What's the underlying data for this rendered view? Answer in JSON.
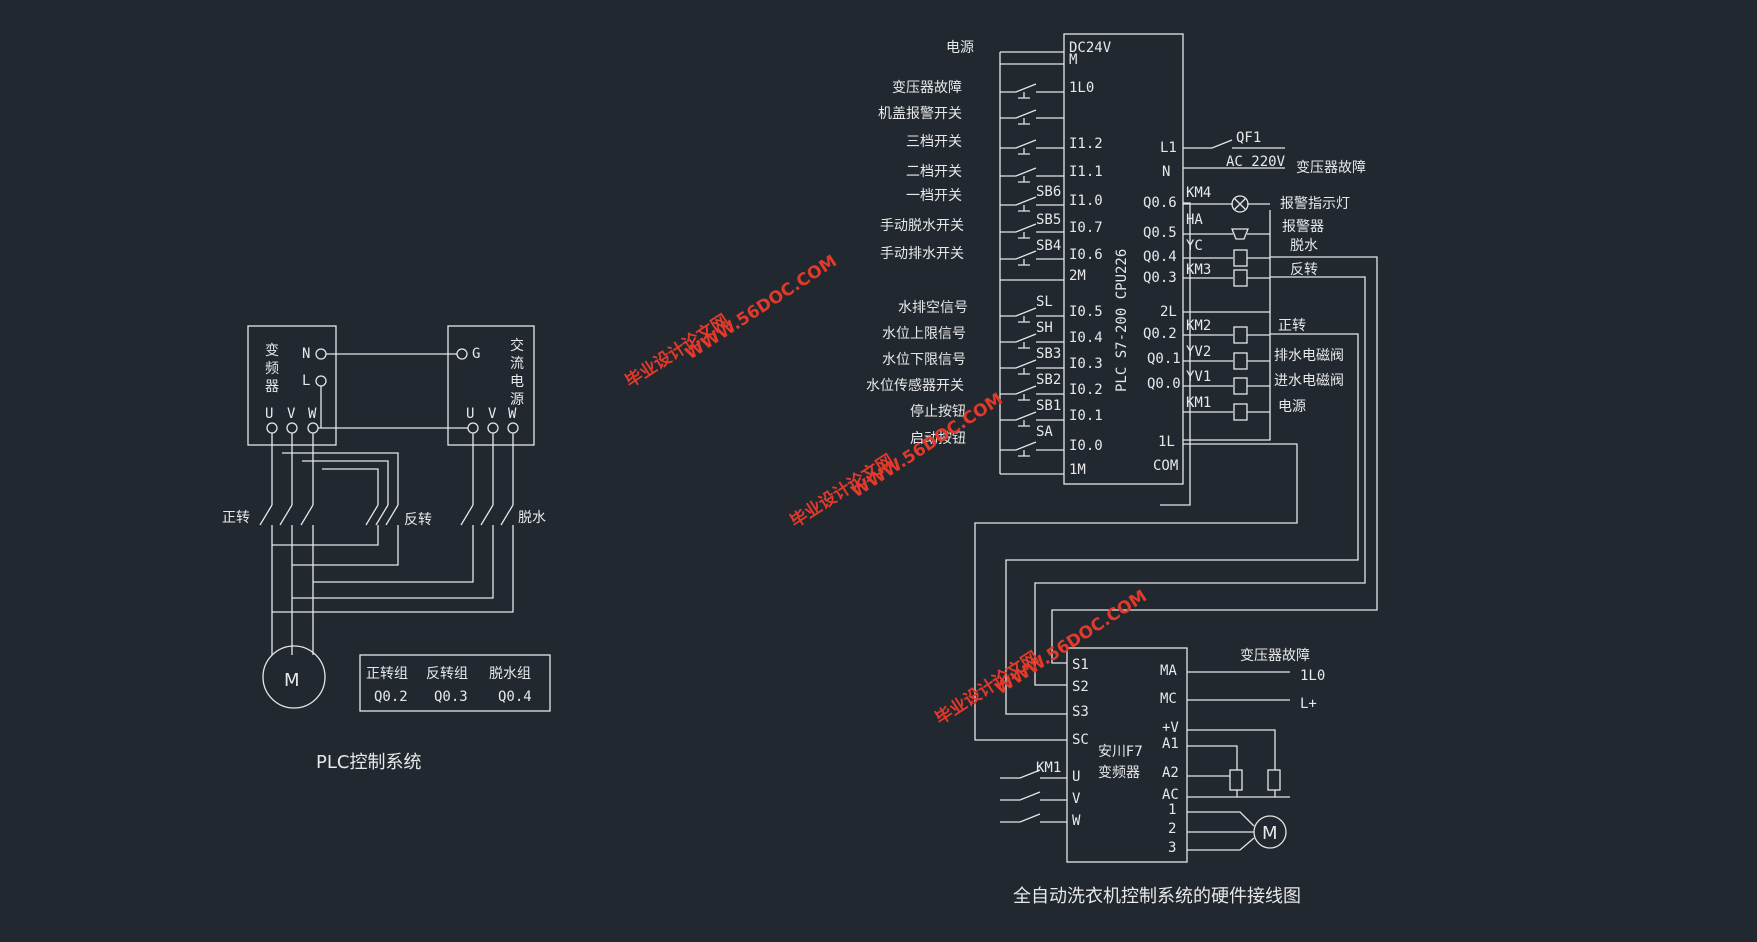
{
  "left": {
    "inverter_label": "变频器",
    "inverter_n": "N",
    "inverter_l": "L",
    "inverter_u": "U",
    "inverter_v": "V",
    "inverter_w": "W",
    "ac_label": "交流电源",
    "ac_g": "G",
    "ac_u": "U",
    "ac_v": "V",
    "ac_w": "W",
    "forward": "正转",
    "reverse": "反转",
    "spin": "脱水",
    "motor": "M",
    "table": {
      "headers": [
        "正转组",
        "反转组",
        "脱水组"
      ],
      "values": [
        "Q0.2",
        "Q0.3",
        "Q0.4"
      ]
    },
    "title": "PLC控制系统"
  },
  "plc": {
    "model": "PLC S7-200 CPU226",
    "left_pins": [
      "DC24V",
      "M",
      "1L0",
      "I1.2",
      "I1.1",
      "I1.0",
      "I0.7",
      "I0.6",
      "2M",
      "I0.5",
      "I0.4",
      "I0.3",
      "I0.2",
      "I0.1",
      "I0.0",
      "1M"
    ],
    "input_labels": [
      "电源",
      "变压器故障",
      "机盖报警开关",
      "三档开关",
      "二档开关",
      "一档开关",
      "手动脱水开关",
      "手动排水开关",
      "水排空信号",
      "水位上限信号",
      "水位下限信号",
      "水位传感器开关",
      "停止按钮",
      "启动按钮"
    ],
    "switch_ids": [
      "SB6",
      "SB5",
      "SB4",
      "SL",
      "SH",
      "SB3",
      "SB2",
      "SB1",
      "SA"
    ],
    "right_pins": [
      "L1",
      "N",
      "Q0.6",
      "Q0.5",
      "Q0.4",
      "Q0.3",
      "2L",
      "Q0.2",
      "Q0.1",
      "Q0.0",
      "1L",
      "COM"
    ],
    "qf": "QF1",
    "ac": "AC 220V",
    "ac_note": "变压器故障",
    "coils": [
      "KM4",
      "HA",
      "YC",
      "KM3",
      "KM2",
      "YV2",
      "YV1",
      "KM1"
    ],
    "outputs": [
      "报警指示灯",
      "报警器",
      "脱水",
      "反转",
      "正转",
      "排水电磁阀",
      "进水电磁阀",
      "电源"
    ]
  },
  "vfd": {
    "name": "安川F7变频器",
    "left_pins": [
      "S1",
      "S2",
      "S3",
      "SC",
      "U",
      "V",
      "W"
    ],
    "right_pins": [
      "MA",
      "MC",
      "+V",
      "A1",
      "A2",
      "AC",
      "1",
      "2",
      "3"
    ],
    "fault": "变压器故障",
    "ma_out": "1L0",
    "mc_out": "L+",
    "km": "KM1",
    "motor": "M"
  },
  "caption": "全自动洗衣机控制系统的硬件接线图",
  "watermarks": [
    "毕业设计论文网",
    "WWW.56DOC.COM"
  ],
  "colors": {
    "background": "#212830",
    "line": "#e6e6e6",
    "watermark": "#e23a2a"
  }
}
